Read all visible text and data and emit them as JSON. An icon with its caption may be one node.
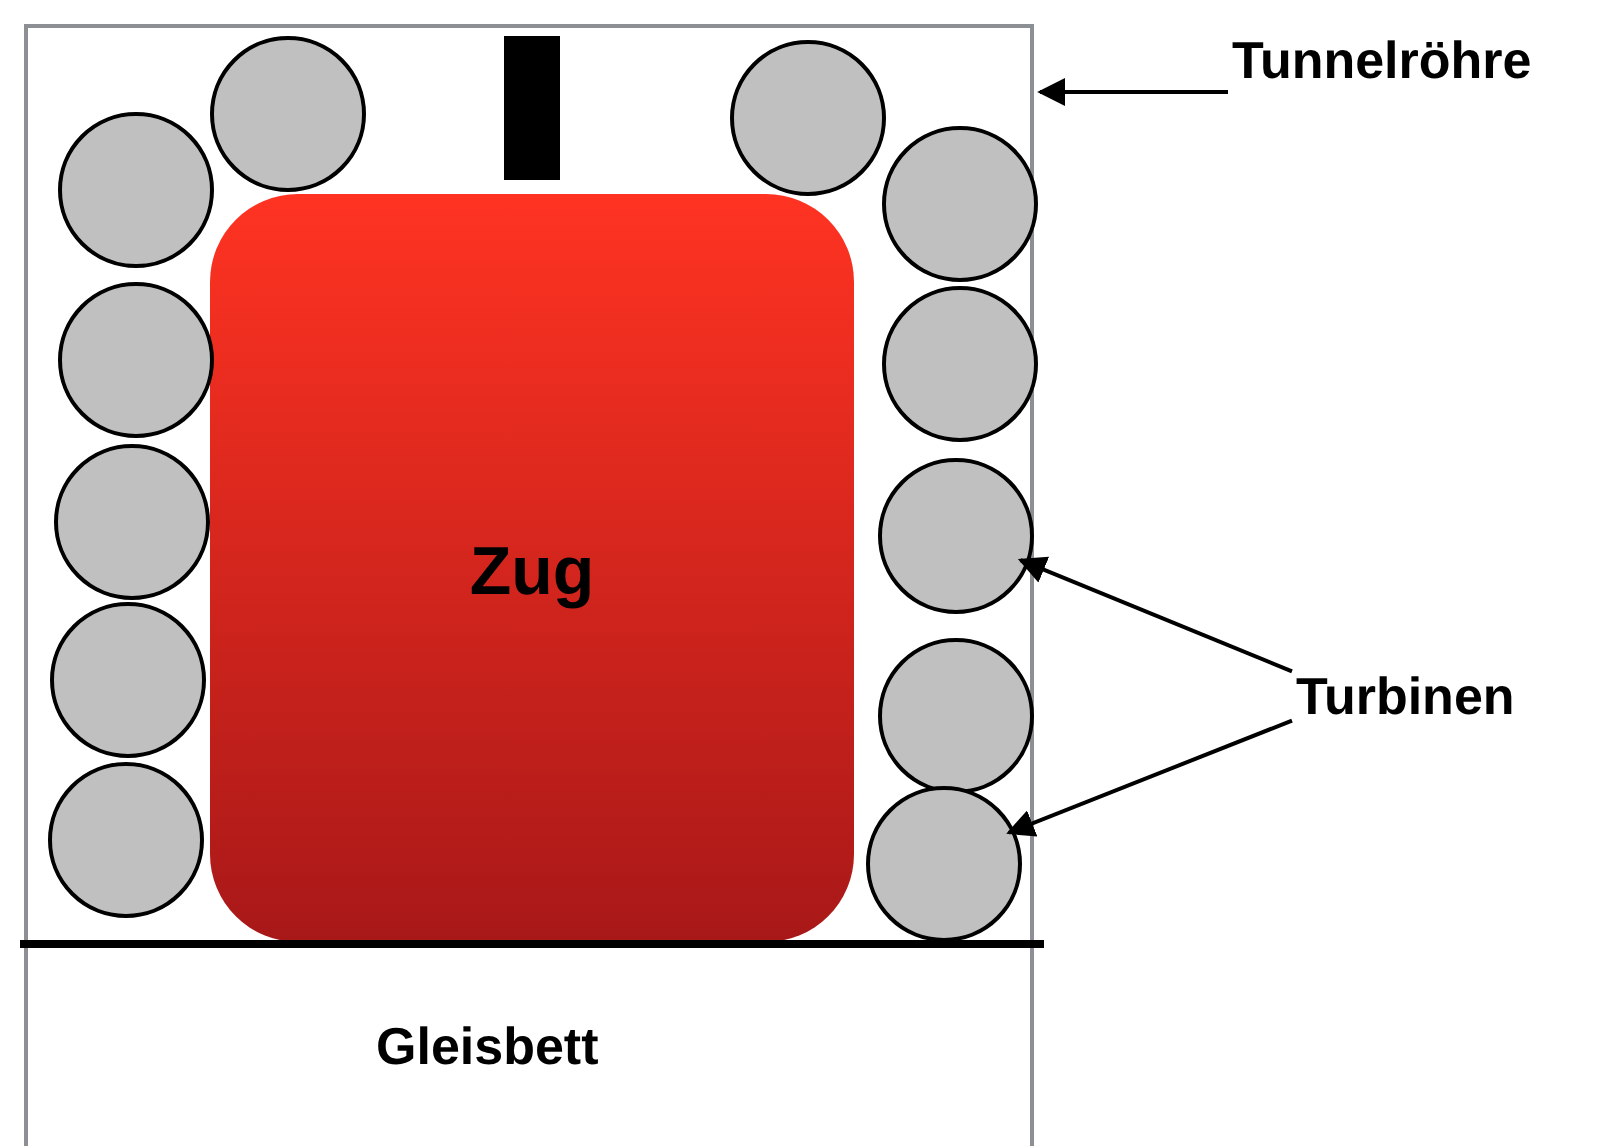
{
  "diagram": {
    "nodes": [
      {
        "text": [],
        "shape": "box"
      },
      {
        "text": [
          "Zug"
        ],
        "in": 0
      },
      {
        "text": [],
        "shape": "circle",
        "in": 0
      },
      {
        "text": [],
        "shape": "circle",
        "in": 0
      },
      {
        "text": [],
        "shape": "circle",
        "in": 0
      },
      {
        "text": [],
        "shape": "circle",
        "in": 0
      },
      {
        "text": [],
        "shape": "circle",
        "in": 0
      },
      {
        "text": [],
        "shape": "circle",
        "in": 0
      },
      {
        "text": [],
        "shape": "circle",
        "in": 0
      },
      {
        "text": [],
        "shape": "circle",
        "in": 0
      },
      {
        "text": [],
        "shape": "circle",
        "in": 0
      },
      {
        "text": [],
        "shape": "circle",
        "in": 0
      },
      {
        "text": [],
        "shape": "circle",
        "in": 0
      },
      {
        "text": [],
        "shape": "circle",
        "in": 0
      },
      {
        "text": [
          "Tunnelröhre"
        ]
      },
      {
        "text": [
          "Turbinen"
        ]
      }
    ],
    "edges": [
      {
        "from": 14,
        "to": 0,
        "arrow": "to"
      },
      {
        "from": 15,
        "to": 11,
        "arrow": "to"
      },
      {
        "from": 15,
        "to": 13,
        "arrow": "to"
      }
    ],
    "labels": [
      "Gleisbett"
    ]
  }
}
